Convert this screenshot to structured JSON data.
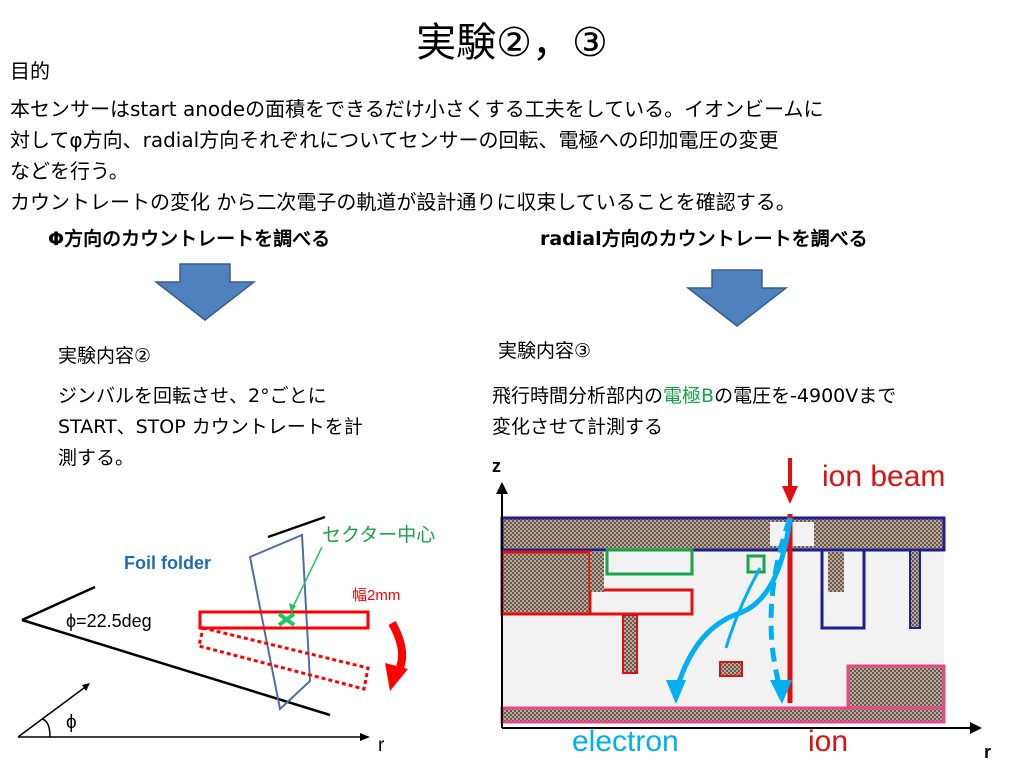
{
  "title": "実験②，③",
  "purpose": {
    "heading": "目的",
    "lines": [
      "本センサーはstart anodeの面積をできるだけ小さくする工夫をしている。イオンビームに",
      "対してφ方向、radial方向それぞれについてセンサーの回転、電極への印加電圧の変更",
      "などを行う。",
      "カウントレートの変化 から二次電子の軌道が設計通りに収束していることを確認する。"
    ]
  },
  "left": {
    "heading": "Φ方向のカウントレートを調べる",
    "exp_title": "実験内容②",
    "desc_lines": [
      "ジンバルを回転させ、2°ごとに",
      "START、STOP カウントレートを計",
      "測する。"
    ],
    "diagram": {
      "foil_label": "Foil folder",
      "sector_label": "セクター中心",
      "width_label": "幅2mm",
      "phi_label": "ϕ=22.5deg",
      "phi_symbol": "ϕ",
      "r_label": "r"
    }
  },
  "right": {
    "heading": "radial方向のカウントレートを調べる",
    "exp_title": "実験内容③",
    "desc_line1_pre": "飛行時間分析部内の",
    "desc_line1_green": "電極B",
    "desc_line1_post": "の電圧を-4900Vまで",
    "desc_line2": "変化させて計測する",
    "diagram": {
      "z_label": "z",
      "r_label": "r",
      "ion_beam_label": "ion  beam",
      "electron_label": "electron",
      "ion_label": "ion"
    }
  },
  "colors": {
    "arrow_blue": "#4f81bd",
    "red": "#ff0000",
    "green_text": "#16a34a",
    "cyan": "#00b0f0",
    "magenta": "#e8488b",
    "navy": "#1f1f8f"
  }
}
